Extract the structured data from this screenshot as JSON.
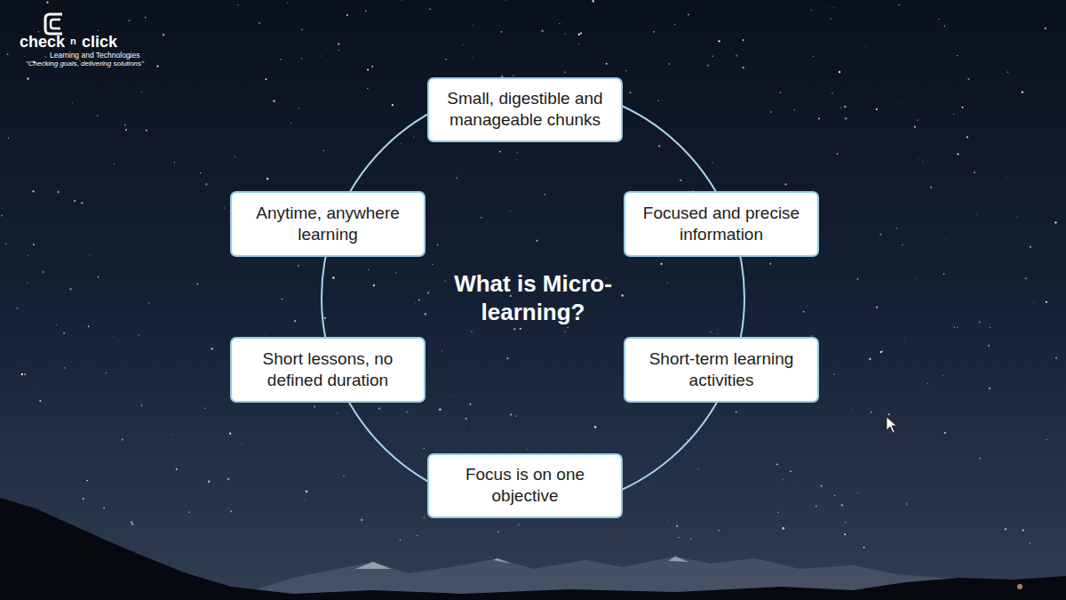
{
  "diagram": {
    "title": "What is Micro-learning?",
    "nodes": [
      {
        "text": [
          "Small, digestible and manageable chunks"
        ]
      },
      {
        "text": [
          "Anytime, anywhere learning"
        ]
      },
      {
        "text": [
          "Focused and precise information"
        ]
      },
      {
        "text": [
          "Short lessons, no defined duration"
        ]
      },
      {
        "text": [
          "Short-term learning activities"
        ]
      },
      {
        "text": [
          "Focus is on one objective"
        ]
      }
    ],
    "labels": [
      "check",
      "n",
      "click",
      "Learning and Technologies",
      "\"Checking goals, delivering solutions\""
    ]
  }
}
